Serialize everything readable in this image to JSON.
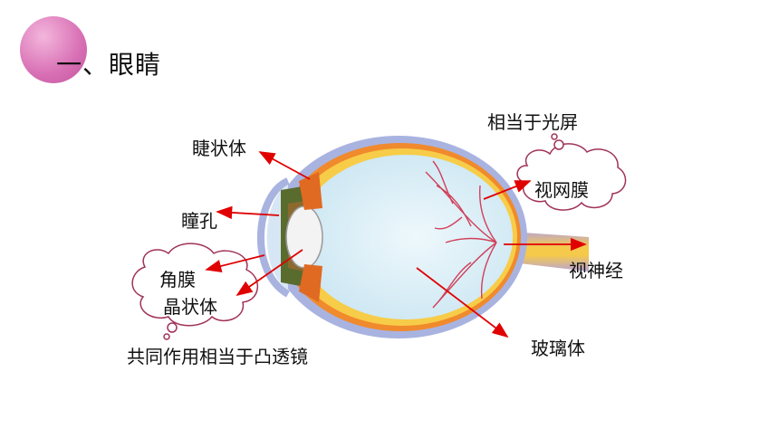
{
  "title": "一、眼睛",
  "labels": {
    "ciliary_body": "睫状体",
    "pupil": "瞳孔",
    "cornea": "角膜",
    "lens": "晶状体",
    "retina": "视网膜",
    "optic_nerve": "视神经",
    "vitreous": "玻璃体"
  },
  "notes": {
    "retina_note": "相当于光屏",
    "lens_note": "共同作用相当于凸透镜"
  },
  "colors": {
    "title_circle": "#d86fb4",
    "arrow": "#e00000",
    "sclera": "#9aa7d8",
    "choroid": "#f08a2c",
    "retina_layer": "#f6c63c",
    "vitreous": "#d8eef7",
    "cloud_stroke": "#a0325a"
  }
}
